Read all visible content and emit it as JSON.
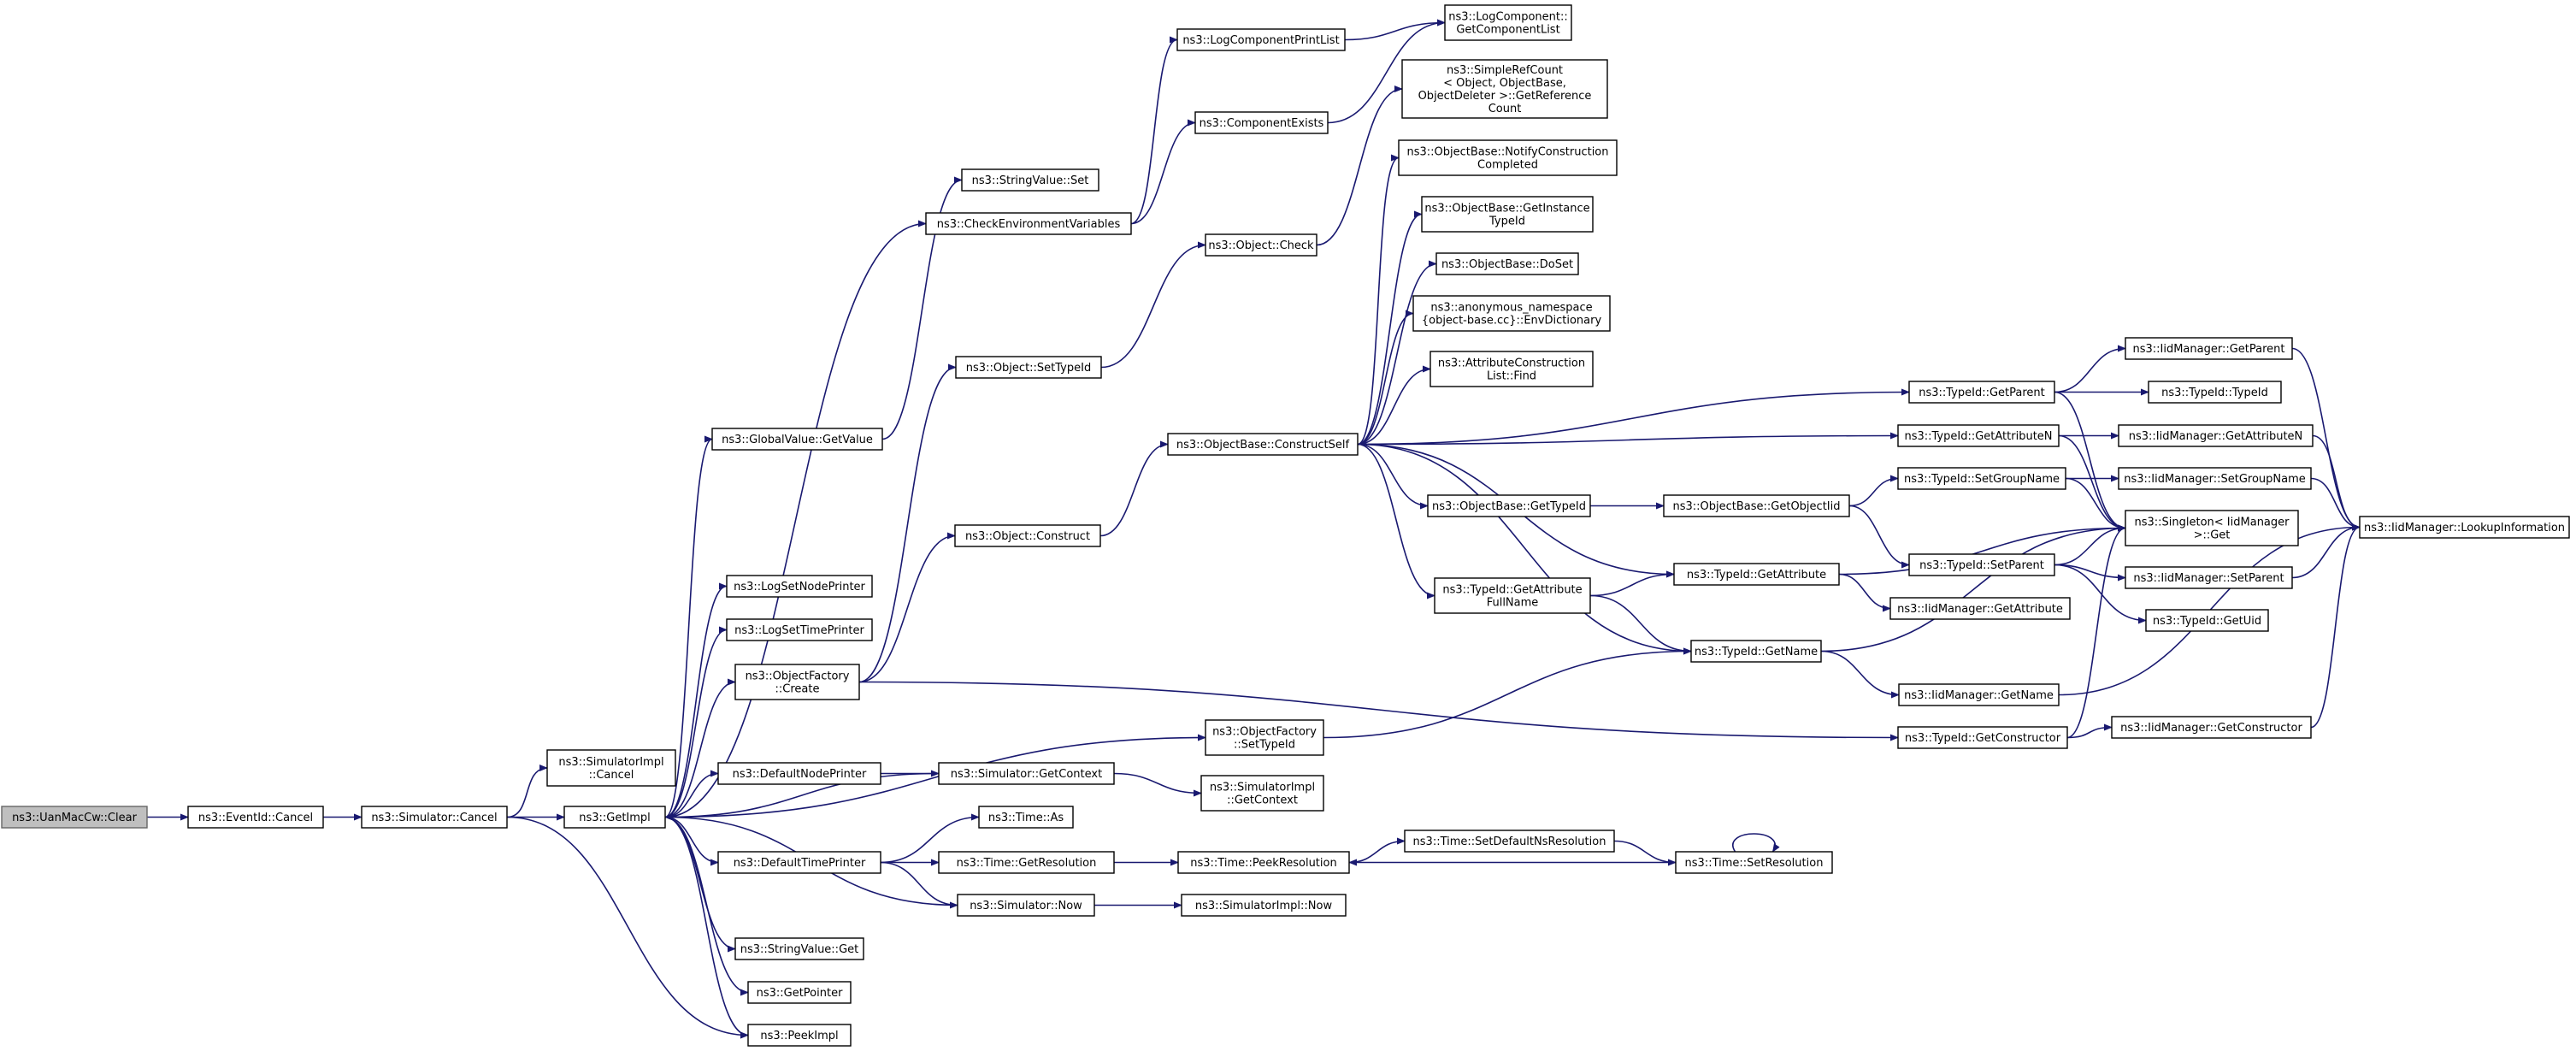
{
  "graph": {
    "title": "",
    "root": "clear",
    "edge_color": "#191970",
    "root_fill": "#bfbfbf",
    "nodes": [
      {
        "id": "clear",
        "label": [
          "ns3::UanMacCw::Clear"
        ]
      },
      {
        "id": "eventid_cancel",
        "label": [
          "ns3::EventId::Cancel"
        ]
      },
      {
        "id": "sim_cancel",
        "label": [
          "ns3::Simulator::Cancel"
        ]
      },
      {
        "id": "simimpl_cancel",
        "label": [
          "ns3::SimulatorImpl",
          "::Cancel"
        ]
      },
      {
        "id": "getimpl",
        "label": [
          "ns3::GetImpl"
        ]
      },
      {
        "id": "gv_getvalue",
        "label": [
          "ns3::GlobalValue::GetValue"
        ]
      },
      {
        "id": "log_set_node",
        "label": [
          "ns3::LogSetNodePrinter"
        ]
      },
      {
        "id": "log_set_time",
        "label": [
          "ns3::LogSetTimePrinter"
        ]
      },
      {
        "id": "of_create",
        "label": [
          "ns3::ObjectFactory",
          "::Create"
        ]
      },
      {
        "id": "default_node_printer",
        "label": [
          "ns3::DefaultNodePrinter"
        ]
      },
      {
        "id": "default_time_printer",
        "label": [
          "ns3::DefaultTimePrinter"
        ]
      },
      {
        "id": "stringvalue_get",
        "label": [
          "ns3::StringValue::Get"
        ]
      },
      {
        "id": "getpointer",
        "label": [
          "ns3::GetPointer"
        ]
      },
      {
        "id": "peekimpl",
        "label": [
          "ns3::PeekImpl"
        ]
      },
      {
        "id": "stringvalue_set",
        "label": [
          "ns3::StringValue::Set"
        ]
      },
      {
        "id": "check_env",
        "label": [
          "ns3::CheckEnvironmentVariables"
        ]
      },
      {
        "id": "obj_settypeid",
        "label": [
          "ns3::Object::SetTypeId"
        ]
      },
      {
        "id": "obj_construct",
        "label": [
          "ns3::Object::Construct"
        ]
      },
      {
        "id": "sim_getcontext",
        "label": [
          "ns3::Simulator::GetContext"
        ]
      },
      {
        "id": "time_as",
        "label": [
          "ns3::Time::As"
        ]
      },
      {
        "id": "time_getres",
        "label": [
          "ns3::Time::GetResolution"
        ]
      },
      {
        "id": "sim_now",
        "label": [
          "ns3::Simulator::Now"
        ]
      },
      {
        "id": "log_comp_printlist",
        "label": [
          "ns3::LogComponentPrintList"
        ]
      },
      {
        "id": "comp_exists",
        "label": [
          "ns3::ComponentExists"
        ]
      },
      {
        "id": "obj_check",
        "label": [
          "ns3::Object::Check"
        ]
      },
      {
        "id": "ob_constructself",
        "label": [
          "ns3::ObjectBase::ConstructSelf"
        ]
      },
      {
        "id": "of_settypeid",
        "label": [
          "ns3::ObjectFactory",
          "::SetTypeId"
        ]
      },
      {
        "id": "simimpl_getcontext",
        "label": [
          "ns3::SimulatorImpl",
          "::GetContext"
        ]
      },
      {
        "id": "time_peekres",
        "label": [
          "ns3::Time::PeekResolution"
        ]
      },
      {
        "id": "simimpl_now",
        "label": [
          "ns3::SimulatorImpl::Now"
        ]
      },
      {
        "id": "log_comp_getlist",
        "label": [
          "ns3::LogComponent::",
          "GetComponentList"
        ]
      },
      {
        "id": "simplerefcount",
        "label": [
          "ns3::SimpleRefCount",
          "< Object, ObjectBase,",
          "ObjectDeleter >::GetReference",
          "Count"
        ]
      },
      {
        "id": "ob_notify",
        "label": [
          "ns3::ObjectBase::NotifyConstruction",
          "Completed"
        ]
      },
      {
        "id": "ob_getinstance",
        "label": [
          "ns3::ObjectBase::GetInstance",
          "TypeId"
        ]
      },
      {
        "id": "ob_doset",
        "label": [
          "ns3::ObjectBase::DoSet"
        ]
      },
      {
        "id": "anon_envdict",
        "label": [
          "ns3::anonymous_namespace",
          "{object-base.cc}::EnvDictionary"
        ]
      },
      {
        "id": "attr_list_find",
        "label": [
          "ns3::AttributeConstruction",
          "List::Find"
        ]
      },
      {
        "id": "ob_gettypeid",
        "label": [
          "ns3::ObjectBase::GetTypeId"
        ]
      },
      {
        "id": "tid_getattrfull",
        "label": [
          "ns3::TypeId::GetAttribute",
          "FullName"
        ]
      },
      {
        "id": "time_setdefault",
        "label": [
          "ns3::Time::SetDefaultNsResolution"
        ]
      },
      {
        "id": "time_setres",
        "label": [
          "ns3::Time::SetResolution"
        ]
      },
      {
        "id": "ob_getobjectiid",
        "label": [
          "ns3::ObjectBase::GetObjectIid"
        ]
      },
      {
        "id": "tid_getattribute",
        "label": [
          "ns3::TypeId::GetAttribute"
        ]
      },
      {
        "id": "tid_getname",
        "label": [
          "ns3::TypeId::GetName"
        ]
      },
      {
        "id": "tid_getparent",
        "label": [
          "ns3::TypeId::GetParent"
        ]
      },
      {
        "id": "tid_getattrn",
        "label": [
          "ns3::TypeId::GetAttributeN"
        ]
      },
      {
        "id": "tid_setgroupname",
        "label": [
          "ns3::TypeId::SetGroupName"
        ]
      },
      {
        "id": "tid_setparent",
        "label": [
          "ns3::TypeId::SetParent"
        ]
      },
      {
        "id": "iid_getattribute",
        "label": [
          "ns3::IidManager::GetAttribute"
        ]
      },
      {
        "id": "iid_getname",
        "label": [
          "ns3::IidManager::GetName"
        ]
      },
      {
        "id": "tid_getconstructor",
        "label": [
          "ns3::TypeId::GetConstructor"
        ]
      },
      {
        "id": "iid_getparent",
        "label": [
          "ns3::IidManager::GetParent"
        ]
      },
      {
        "id": "tid_typeid",
        "label": [
          "ns3::TypeId::TypeId"
        ]
      },
      {
        "id": "iid_getattrn",
        "label": [
          "ns3::IidManager::GetAttributeN"
        ]
      },
      {
        "id": "iid_setgroupname",
        "label": [
          "ns3::IidManager::SetGroupName"
        ]
      },
      {
        "id": "singleton_get",
        "label": [
          "ns3::Singleton< IidManager",
          ">::Get"
        ]
      },
      {
        "id": "iid_setparent",
        "label": [
          "ns3::IidManager::SetParent"
        ]
      },
      {
        "id": "tid_getuid",
        "label": [
          "ns3::TypeId::GetUid"
        ]
      },
      {
        "id": "iid_getconstructor",
        "label": [
          "ns3::IidManager::GetConstructor"
        ]
      },
      {
        "id": "iid_lookup",
        "label": [
          "ns3::IidManager::LookupInformation"
        ]
      }
    ],
    "edges": [
      [
        "clear",
        "eventid_cancel"
      ],
      [
        "eventid_cancel",
        "sim_cancel"
      ],
      [
        "sim_cancel",
        "simimpl_cancel"
      ],
      [
        "sim_cancel",
        "getimpl"
      ],
      [
        "sim_cancel",
        "peekimpl"
      ],
      [
        "getimpl",
        "gv_getvalue"
      ],
      [
        "getimpl",
        "log_set_node"
      ],
      [
        "getimpl",
        "log_set_time"
      ],
      [
        "getimpl",
        "of_create"
      ],
      [
        "getimpl",
        "of_settypeid"
      ],
      [
        "getimpl",
        "default_node_printer"
      ],
      [
        "getimpl",
        "default_time_printer"
      ],
      [
        "getimpl",
        "stringvalue_get"
      ],
      [
        "getimpl",
        "getpointer"
      ],
      [
        "getimpl",
        "peekimpl"
      ],
      [
        "getimpl",
        "check_env"
      ],
      [
        "gv_getvalue",
        "stringvalue_set"
      ],
      [
        "check_env",
        "log_comp_printlist"
      ],
      [
        "check_env",
        "comp_exists"
      ],
      [
        "log_comp_printlist",
        "log_comp_getlist"
      ],
      [
        "comp_exists",
        "log_comp_getlist"
      ],
      [
        "of_create",
        "obj_settypeid"
      ],
      [
        "of_create",
        "obj_construct"
      ],
      [
        "of_create",
        "tid_getconstructor"
      ],
      [
        "obj_settypeid",
        "obj_check"
      ],
      [
        "obj_check",
        "simplerefcount"
      ],
      [
        "obj_construct",
        "ob_constructself"
      ],
      [
        "ob_constructself",
        "ob_notify"
      ],
      [
        "ob_constructself",
        "ob_getinstance"
      ],
      [
        "ob_constructself",
        "ob_doset"
      ],
      [
        "ob_constructself",
        "anon_envdict"
      ],
      [
        "ob_constructself",
        "attr_list_find"
      ],
      [
        "ob_constructself",
        "tid_getparent"
      ],
      [
        "ob_constructself",
        "tid_getattrn"
      ],
      [
        "ob_constructself",
        "ob_gettypeid"
      ],
      [
        "ob_constructself",
        "tid_getattribute"
      ],
      [
        "ob_constructself",
        "tid_getattrfull"
      ],
      [
        "ob_constructself",
        "tid_getname"
      ],
      [
        "ob_gettypeid",
        "ob_getobjectiid"
      ],
      [
        "ob_getobjectiid",
        "tid_setgroupname"
      ],
      [
        "ob_getobjectiid",
        "tid_setparent"
      ],
      [
        "tid_getattrfull",
        "tid_getattribute"
      ],
      [
        "tid_getattrfull",
        "tid_getname"
      ],
      [
        "of_settypeid",
        "tid_getname"
      ],
      [
        "default_node_printer",
        "sim_getcontext"
      ],
      [
        "sim_getcontext",
        "getimpl"
      ],
      [
        "sim_getcontext",
        "simimpl_getcontext"
      ],
      [
        "default_time_printer",
        "time_as"
      ],
      [
        "default_time_printer",
        "time_getres"
      ],
      [
        "default_time_printer",
        "sim_now"
      ],
      [
        "sim_now",
        "getimpl"
      ],
      [
        "sim_now",
        "simimpl_now"
      ],
      [
        "time_getres",
        "time_peekres"
      ],
      [
        "time_peekres",
        "time_setdefault"
      ],
      [
        "time_setdefault",
        "time_setres"
      ],
      [
        "time_setres",
        "time_peekres"
      ],
      [
        "time_setres",
        "time_setres"
      ],
      [
        "tid_getattribute",
        "iid_getattribute"
      ],
      [
        "tid_getattribute",
        "singleton_get"
      ],
      [
        "tid_getname",
        "iid_getname"
      ],
      [
        "tid_getname",
        "singleton_get"
      ],
      [
        "tid_getparent",
        "iid_getparent"
      ],
      [
        "tid_getparent",
        "tid_typeid"
      ],
      [
        "tid_getparent",
        "singleton_get"
      ],
      [
        "tid_getattrn",
        "iid_getattrn"
      ],
      [
        "tid_getattrn",
        "singleton_get"
      ],
      [
        "tid_setgroupname",
        "iid_setgroupname"
      ],
      [
        "tid_setgroupname",
        "singleton_get"
      ],
      [
        "tid_setparent",
        "iid_setparent"
      ],
      [
        "tid_setparent",
        "tid_getuid"
      ],
      [
        "tid_setparent",
        "singleton_get"
      ],
      [
        "tid_getconstructor",
        "iid_getconstructor"
      ],
      [
        "tid_getconstructor",
        "singleton_get"
      ],
      [
        "iid_getparent",
        "iid_lookup"
      ],
      [
        "iid_getattrn",
        "iid_lookup"
      ],
      [
        "iid_setgroupname",
        "iid_lookup"
      ],
      [
        "iid_setparent",
        "iid_lookup"
      ],
      [
        "iid_getname",
        "iid_lookup"
      ],
      [
        "iid_getconstructor",
        "iid_lookup"
      ]
    ]
  }
}
